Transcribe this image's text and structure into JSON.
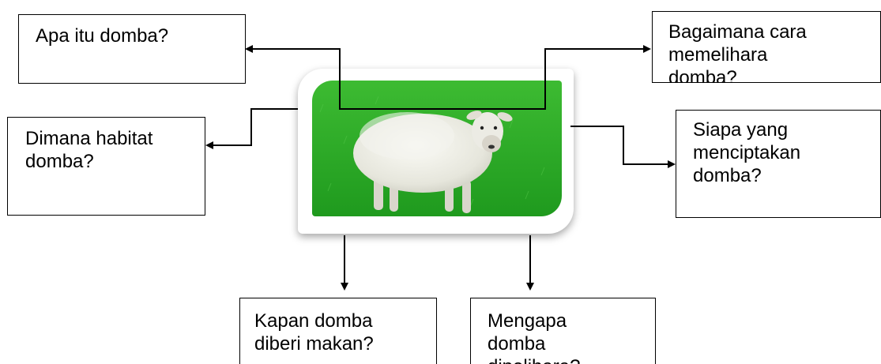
{
  "boxes": {
    "what": [
      "Apa itu domba?"
    ],
    "how": [
      "Bagaimana cara",
      "memelihara",
      "domba?"
    ],
    "where": [
      "Dimana habitat",
      "domba?"
    ],
    "who": [
      "Siapa yang",
      "menciptakan",
      "domba?"
    ],
    "when": [
      "Kapan domba",
      "diberi makan?"
    ],
    "why": [
      "Mengapa",
      "domba",
      "dipelihara?"
    ]
  },
  "image": {
    "subject": "sheep-on-grass"
  },
  "colors": {
    "grass": "#2fb02a",
    "wool": "#eeeee6",
    "line": "#000000"
  }
}
